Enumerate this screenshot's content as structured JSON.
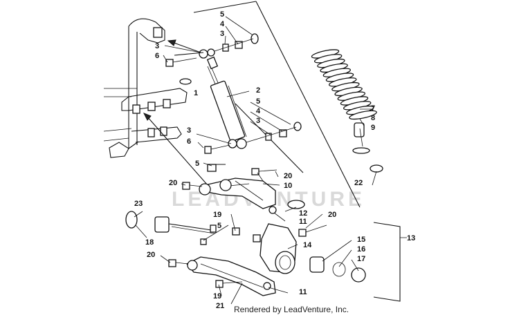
{
  "watermark": {
    "text": "LEADVENTURE"
  },
  "credit": {
    "text": "Rendered by LeadVenture, Inc."
  },
  "labels": [
    {
      "id": "5a",
      "text": "5"
    },
    {
      "id": "4a",
      "text": "4"
    },
    {
      "id": "3a",
      "text": "3"
    },
    {
      "id": "3b",
      "text": "3"
    },
    {
      "id": "6a",
      "text": "6"
    },
    {
      "id": "1",
      "text": "1"
    },
    {
      "id": "2",
      "text": "2"
    },
    {
      "id": "5b",
      "text": "5"
    },
    {
      "id": "4b",
      "text": "4"
    },
    {
      "id": "3c",
      "text": "3"
    },
    {
      "id": "3d",
      "text": "3"
    },
    {
      "id": "6b",
      "text": "6"
    },
    {
      "id": "7",
      "text": "7"
    },
    {
      "id": "8",
      "text": "8"
    },
    {
      "id": "9",
      "text": "9"
    },
    {
      "id": "22",
      "text": "22"
    },
    {
      "id": "5c",
      "text": "5"
    },
    {
      "id": "20a",
      "text": "20"
    },
    {
      "id": "20b",
      "text": "20"
    },
    {
      "id": "10",
      "text": "10"
    },
    {
      "id": "12",
      "text": "12"
    },
    {
      "id": "11a",
      "text": "11"
    },
    {
      "id": "23",
      "text": "23"
    },
    {
      "id": "19a",
      "text": "19"
    },
    {
      "id": "5d",
      "text": "5"
    },
    {
      "id": "20c",
      "text": "20"
    },
    {
      "id": "18",
      "text": "18"
    },
    {
      "id": "14",
      "text": "14"
    },
    {
      "id": "15",
      "text": "15"
    },
    {
      "id": "16",
      "text": "16"
    },
    {
      "id": "17",
      "text": "17"
    },
    {
      "id": "13",
      "text": "13"
    },
    {
      "id": "20d",
      "text": "20"
    },
    {
      "id": "11b",
      "text": "11"
    },
    {
      "id": "19b",
      "text": "19"
    },
    {
      "id": "21",
      "text": "21"
    }
  ]
}
